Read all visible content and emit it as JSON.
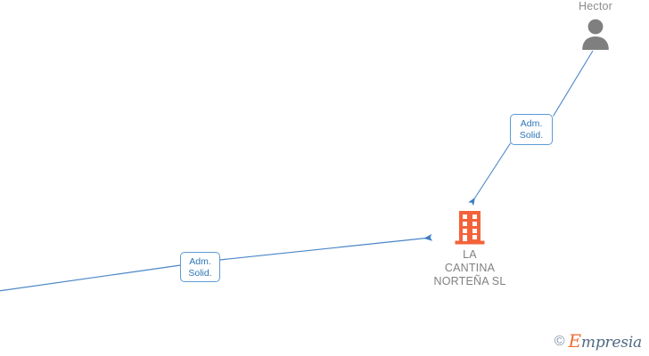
{
  "diagram": {
    "type": "corporate-relationship-graph",
    "background_color": "#ffffff",
    "edge_color": "#4a86c8",
    "company_color": "#f4623a",
    "person_color": "#7f7f7f",
    "label_text_color": "#808080"
  },
  "company_node": {
    "name": "LA\nCANTINA\nNORTEÑA SL",
    "icon": "building-icon",
    "color": "#f4623a"
  },
  "person_node": {
    "name": "Hector",
    "icon": "person-icon",
    "color": "#7f7f7f"
  },
  "relationships": [
    {
      "id": "rel-person-company",
      "line1": "Adm.",
      "line2": "Solid.",
      "from": "Hector",
      "to": "LA CANTINA NORTEÑA SL"
    },
    {
      "id": "rel-offscreen-company",
      "line1": "Adm.",
      "line2": "Solid.",
      "from": "",
      "to": "LA CANTINA NORTEÑA SL"
    }
  ],
  "watermark": {
    "copyright": "©",
    "brand_initial": "E",
    "brand_rest": "mpresia"
  }
}
